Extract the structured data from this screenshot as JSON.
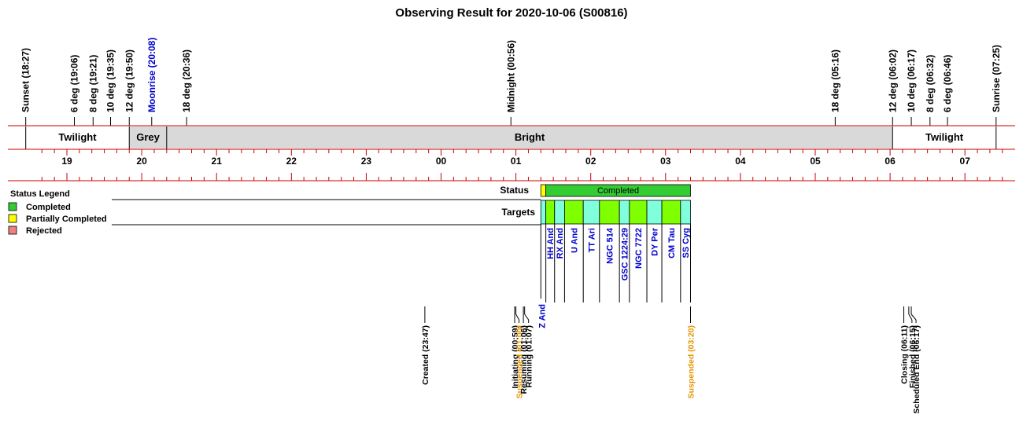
{
  "title": "Observing Result for 2020-10-06 (S00816)",
  "colors": {
    "red_line": "#cc0000",
    "grey_band": "#d9d9d9",
    "completed": "#33cc33",
    "partial": "#ffff00",
    "rejected": "#f08080",
    "target_green": "#80ff00",
    "target_cyan": "#80ffdd",
    "moon_blue": "#0000cc",
    "orange": "#e69500"
  },
  "time_events": [
    {
      "label": "Sunset (18:27)",
      "t": "18:27",
      "color": "black"
    },
    {
      "label": "6 deg (19:06)",
      "t": "19:06",
      "color": "black"
    },
    {
      "label": "8 deg (19:21)",
      "t": "19:21",
      "color": "black"
    },
    {
      "label": "10 deg (19:35)",
      "t": "19:35",
      "color": "black"
    },
    {
      "label": "12 deg (19:50)",
      "t": "19:50",
      "color": "black"
    },
    {
      "label": "Moonrise (20:08)",
      "t": "20:08",
      "color": "blue"
    },
    {
      "label": "18 deg (20:36)",
      "t": "20:36",
      "color": "black"
    },
    {
      "label": "Midnight (00:56)",
      "t": "00:56",
      "color": "black"
    },
    {
      "label": "18 deg (05:16)",
      "t": "05:16",
      "color": "black"
    },
    {
      "label": "12 deg (06:02)",
      "t": "06:02",
      "color": "black"
    },
    {
      "label": "10 deg (06:17)",
      "t": "06:17",
      "color": "black"
    },
    {
      "label": "8 deg (06:32)",
      "t": "06:32",
      "color": "black"
    },
    {
      "label": "6 deg (06:46)",
      "t": "06:46",
      "color": "black"
    },
    {
      "label": "Sunrise (07:25)",
      "t": "07:25",
      "color": "black"
    }
  ],
  "bands": [
    {
      "label": "Twilight",
      "start": "18:27",
      "end": "19:50",
      "fill": "white"
    },
    {
      "label": "Grey",
      "start": "19:50",
      "end": "20:20",
      "fill": "grey"
    },
    {
      "label": "Bright",
      "start": "20:20",
      "end": "06:02",
      "fill": "grey"
    },
    {
      "label": "Twilight",
      "start": "06:02",
      "end": "07:25",
      "fill": "white"
    }
  ],
  "hours": [
    "19",
    "20",
    "21",
    "22",
    "23",
    "00",
    "01",
    "02",
    "03",
    "04",
    "05",
    "06",
    "07"
  ],
  "legend": {
    "title": "Status Legend",
    "items": [
      {
        "label": "Completed",
        "color": "#33cc33"
      },
      {
        "label": "Partially Completed",
        "color": "#ffff00"
      },
      {
        "label": "Rejected",
        "color": "#f08080"
      }
    ]
  },
  "status_row": {
    "label": "Status",
    "segments": [
      {
        "start": "01:20",
        "end": "01:24",
        "color": "partial",
        "text": ""
      },
      {
        "start": "01:24",
        "end": "03:20",
        "color": "completed",
        "text": "Completed"
      }
    ]
  },
  "targets_row": {
    "label": "Targets",
    "items": [
      {
        "name": "Z And",
        "start": "01:20",
        "end": "01:24",
        "color": "target_cyan",
        "low": true
      },
      {
        "name": "HH And",
        "start": "01:24",
        "end": "01:31",
        "color": "target_green",
        "low": false
      },
      {
        "name": "RX And",
        "start": "01:31",
        "end": "01:39",
        "color": "target_cyan",
        "low": false
      },
      {
        "name": "U And",
        "start": "01:39",
        "end": "01:54",
        "color": "target_green",
        "low": false
      },
      {
        "name": "TT Ari",
        "start": "01:54",
        "end": "02:07",
        "color": "target_cyan",
        "low": false
      },
      {
        "name": "NGC 514",
        "start": "02:07",
        "end": "02:23",
        "color": "target_green",
        "low": false
      },
      {
        "name": "GSC 1224:29",
        "start": "02:23",
        "end": "02:31",
        "color": "target_cyan",
        "low": false
      },
      {
        "name": "NGC 7722",
        "start": "02:31",
        "end": "02:45",
        "color": "target_green",
        "low": false
      },
      {
        "name": "DY Per",
        "start": "02:45",
        "end": "02:57",
        "color": "target_cyan",
        "low": false
      },
      {
        "name": "CM Tau",
        "start": "02:57",
        "end": "03:12",
        "color": "target_green",
        "low": false
      },
      {
        "name": "SS Cyg",
        "start": "03:12",
        "end": "03:20",
        "color": "target_cyan",
        "low": false
      }
    ]
  },
  "activity_events": [
    {
      "label": "Created (23:47)",
      "t": "23:47",
      "color": "black"
    },
    {
      "label": "Initiating (00:59)",
      "t": "00:59",
      "color": "black"
    },
    {
      "label": "Suspended (01:00)",
      "t": "01:00",
      "color": "orange"
    },
    {
      "label": "Resuming (01:06)",
      "t": "01:06",
      "color": "black"
    },
    {
      "label": "Running (01:07)",
      "t": "01:07",
      "color": "black"
    },
    {
      "label": "Suspended (03:20)",
      "t": "03:20",
      "color": "orange"
    },
    {
      "label": "Closing (06:11)",
      "t": "06:11",
      "color": "black"
    },
    {
      "label": "Finished (06:15)",
      "t": "06:15",
      "color": "black"
    },
    {
      "label": "Scheduled End (06:17)",
      "t": "06:17",
      "color": "black"
    }
  ]
}
